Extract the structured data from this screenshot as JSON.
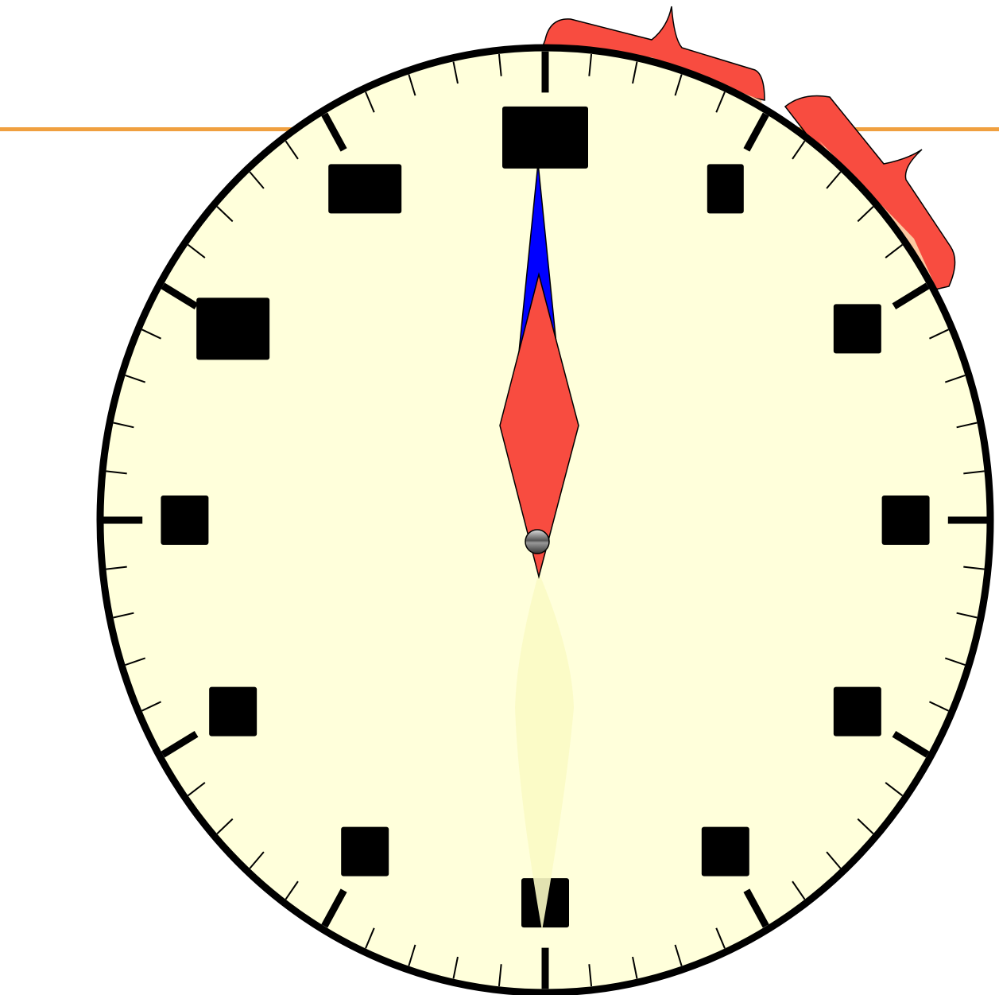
{
  "clock": {
    "face_color": "#ffffdb",
    "rim_color": "#000000",
    "tick_color": "#000000",
    "hour_block_color": "#000000",
    "hand_time": {
      "hour": 12,
      "minute": 0
    },
    "hour_hand": {
      "color": "#f84c40",
      "icon": "diamond-hand-icon"
    },
    "minute_hand": {
      "color": "#0000ff",
      "icon": "needle-hand-icon"
    },
    "pivot": {
      "icon": "pivot-cap-icon",
      "color": "#888888"
    },
    "marks_per_revolution": 60,
    "major_mark_every": 5,
    "hour_positions": [
      12,
      1,
      2,
      3,
      4,
      5,
      6,
      7,
      8,
      9,
      10,
      11
    ]
  },
  "decorations": {
    "horizon_line_color": "#f0a040",
    "tab_color": "#f84c40",
    "tab_shadow_color": "#fcc8a0",
    "tab_icon": "bookmark-tab-icon"
  }
}
